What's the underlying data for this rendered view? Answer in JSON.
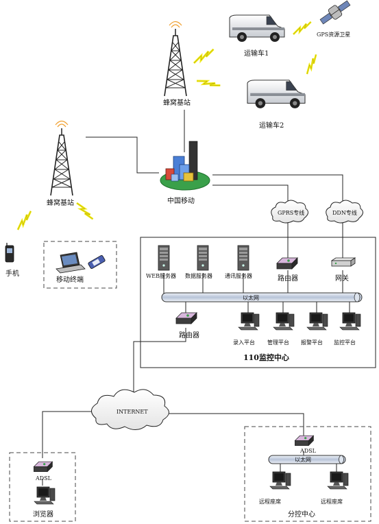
{
  "labels": {
    "tower_top": "蜂窝基站",
    "tower_left": "蜂窝基站",
    "truck1": "运输车1",
    "truck2": "运输车2",
    "satellite": "GPS资源卫星",
    "china_mobile": "中国移动",
    "gprs": "GPRS专线",
    "ddn": "DDN专线",
    "phone": "手机",
    "mobile_terminal": "移动终端",
    "web_server": "WEB服务器",
    "data_server": "数据服务器",
    "comm_server": "通讯服务器",
    "router_top": "路由器",
    "gateway": "网关",
    "ethernet_main": "以太网",
    "router_mid": "路由器",
    "entry_platform": "录入平台",
    "mgmt_platform": "管理平台",
    "alarm_platform": "报警平台",
    "monitor_platform": "监控平台",
    "center_110": "110监控中心",
    "internet": "INTERNET",
    "adsl_left": "ADSL",
    "browser": "浏览器",
    "adsl_right": "ADSL",
    "ethernet_branch": "以太网",
    "remote_seat1": "远程座席",
    "remote_seat2": "远程座席",
    "branch_center": "分控中心"
  },
  "colors": {
    "line": "#222222",
    "lightning": "#f2ec1a",
    "tower_signal": "#f0a030",
    "building_blue": "#4a7fd6",
    "building_green": "#3aa04a",
    "router_body": "#4a4a4a",
    "router_top": "#c9a0d0",
    "bus_fill": "#cfd8e8"
  }
}
